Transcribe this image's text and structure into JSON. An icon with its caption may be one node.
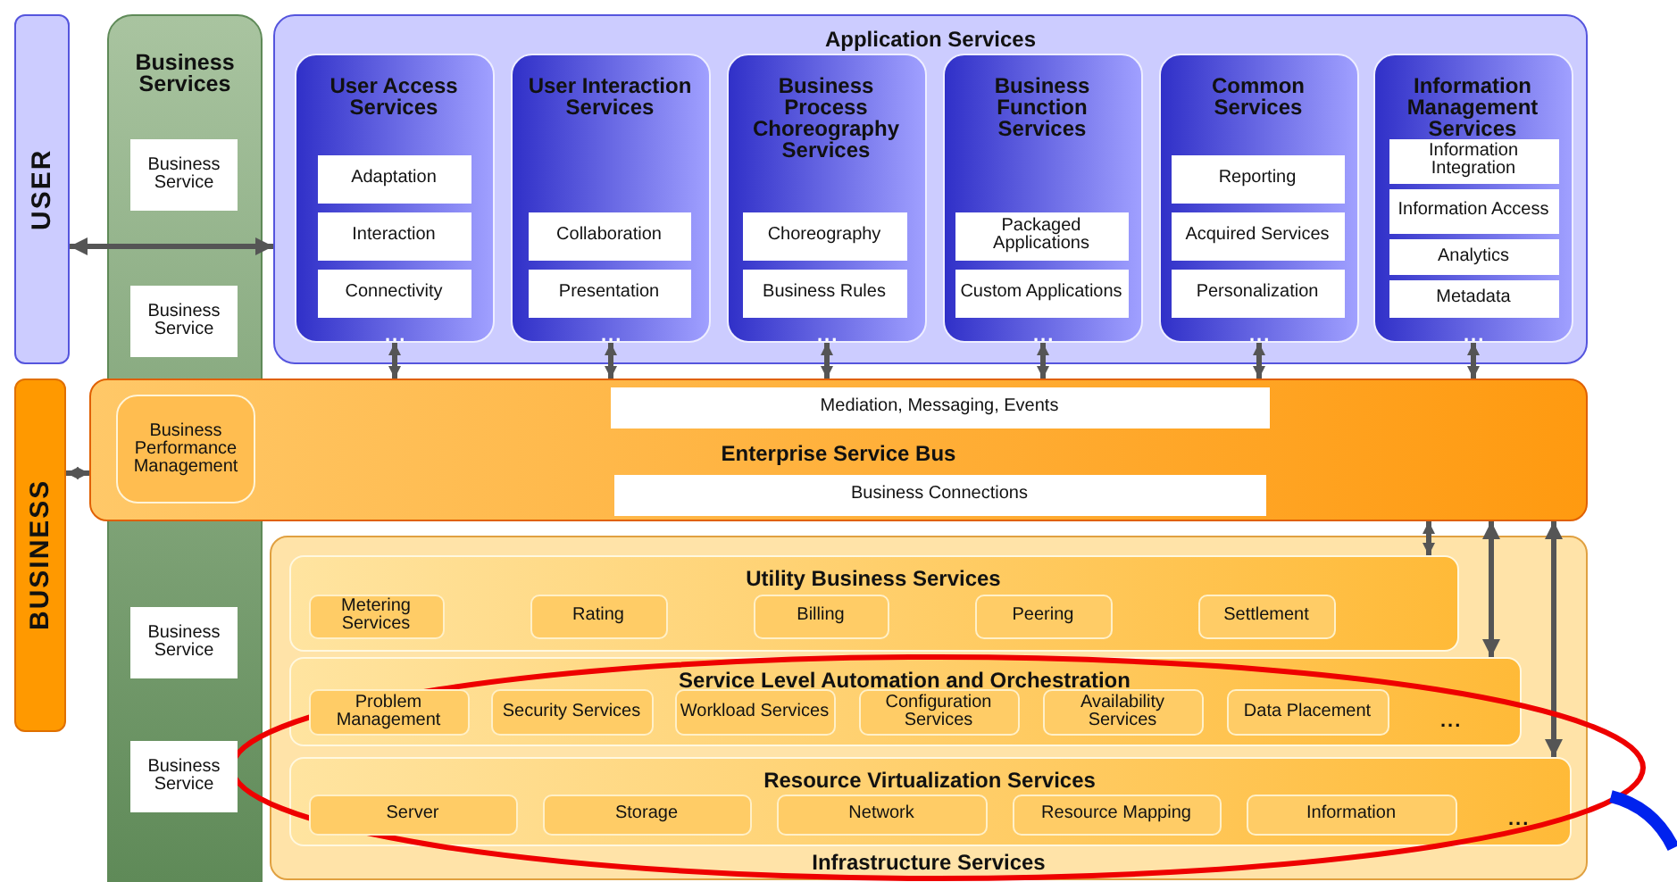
{
  "diagram": {
    "nodes": [
      {
        "text": [
          "USER"
        ]
      },
      {
        "text": [
          "Business Services"
        ]
      },
      {
        "text": [
          "Business Service"
        ],
        "in": 1
      },
      {
        "text": [
          "Business Service"
        ],
        "in": 1
      },
      {
        "text": [
          "Business Service"
        ],
        "in": 1
      },
      {
        "text": [
          "Business Service"
        ],
        "in": 1
      },
      {
        "text": [
          "Application Services"
        ]
      },
      {
        "text": [
          "User Access Services"
        ],
        "in": 6
      },
      {
        "text": [
          "Adaptation"
        ],
        "in": 7
      },
      {
        "text": [
          "Interaction"
        ],
        "in": 7
      },
      {
        "text": [
          "Connectivity"
        ],
        "in": 7
      },
      {
        "text": [
          "User Interaction Services"
        ],
        "in": 6
      },
      {
        "text": [
          "Collaboration"
        ],
        "in": 11
      },
      {
        "text": [
          "Presentation"
        ],
        "in": 11
      },
      {
        "text": [
          "Business Process Choreography Services"
        ],
        "in": 6
      },
      {
        "text": [
          "Choreography"
        ],
        "in": 14
      },
      {
        "text": [
          "Business Rules"
        ],
        "in": 14
      },
      {
        "text": [
          "Business Function Services"
        ],
        "in": 6
      },
      {
        "text": [
          "Packaged Applications"
        ],
        "in": 17
      },
      {
        "text": [
          "Custom Applications"
        ],
        "in": 17
      },
      {
        "text": [
          "Common Services"
        ],
        "in": 6
      },
      {
        "text": [
          "Reporting"
        ],
        "in": 20
      },
      {
        "text": [
          "Acquired Services"
        ],
        "in": 20
      },
      {
        "text": [
          "Personalization"
        ],
        "in": 20
      },
      {
        "text": [
          "Information Management Services"
        ],
        "in": 6
      },
      {
        "text": [
          "Information Integration"
        ],
        "in": 24
      },
      {
        "text": [
          "Information Access"
        ],
        "in": 24
      },
      {
        "text": [
          "Analytics"
        ],
        "in": 24
      },
      {
        "text": [
          "Metadata"
        ],
        "in": 24
      },
      {
        "text": [
          "BUSINESS"
        ]
      },
      {
        "text": [
          "Enterprise Service Bus"
        ]
      },
      {
        "text": [
          "Business Performance Management"
        ]
      },
      {
        "text": [
          "Mediation, Messaging, Events"
        ],
        "in": 30
      },
      {
        "text": [
          "Business Connections"
        ],
        "in": 30
      },
      {
        "text": [
          "Infrastructure Services"
        ]
      },
      {
        "text": [
          "Utility Business Services"
        ],
        "in": 34
      },
      {
        "text": [
          "Metering Services"
        ],
        "in": 35
      },
      {
        "text": [
          "Rating"
        ],
        "in": 35
      },
      {
        "text": [
          "Billing"
        ],
        "in": 35
      },
      {
        "text": [
          "Peering"
        ],
        "in": 35
      },
      {
        "text": [
          "Settlement"
        ],
        "in": 35
      },
      {
        "text": [
          "Service Level Automation and Orchestration"
        ],
        "in": 34
      },
      {
        "text": [
          "Problem Management"
        ],
        "in": 41
      },
      {
        "text": [
          "Security Services"
        ],
        "in": 41
      },
      {
        "text": [
          "Workload Services"
        ],
        "in": 41
      },
      {
        "text": [
          "Configuration Services"
        ],
        "in": 41
      },
      {
        "text": [
          "Availability Services"
        ],
        "in": 41
      },
      {
        "text": [
          "Data Placement"
        ],
        "in": 41
      },
      {
        "text": [
          "Resource Virtualization Services"
        ],
        "in": 34
      },
      {
        "text": [
          "Server"
        ],
        "in": 48
      },
      {
        "text": [
          "Storage"
        ],
        "in": 48
      },
      {
        "text": [
          "Network"
        ],
        "in": 48
      },
      {
        "text": [
          "Resource Mapping"
        ],
        "in": 48
      },
      {
        "text": [
          "Information"
        ],
        "in": 48
      }
    ],
    "edges": [
      {
        "from": 0,
        "to": 6,
        "arrow": "both"
      },
      {
        "from": 7,
        "to": 30,
        "arrow": "both"
      },
      {
        "from": 11,
        "to": 30,
        "arrow": "both"
      },
      {
        "from": 14,
        "to": 30,
        "arrow": "both"
      },
      {
        "from": 17,
        "to": 30,
        "arrow": "both"
      },
      {
        "from": 20,
        "to": 30,
        "arrow": "both"
      },
      {
        "from": 24,
        "to": 30,
        "arrow": "both"
      },
      {
        "from": 29,
        "to": 30,
        "arrow": "both"
      },
      {
        "from": 30,
        "to": 35,
        "arrow": "both"
      },
      {
        "from": 30,
        "to": 41,
        "arrow": "both"
      },
      {
        "from": 30,
        "to": 48,
        "arrow": "both"
      }
    ],
    "labels": [
      "...",
      "...",
      "...",
      "...",
      "...",
      "...",
      "...",
      "..."
    ]
  }
}
